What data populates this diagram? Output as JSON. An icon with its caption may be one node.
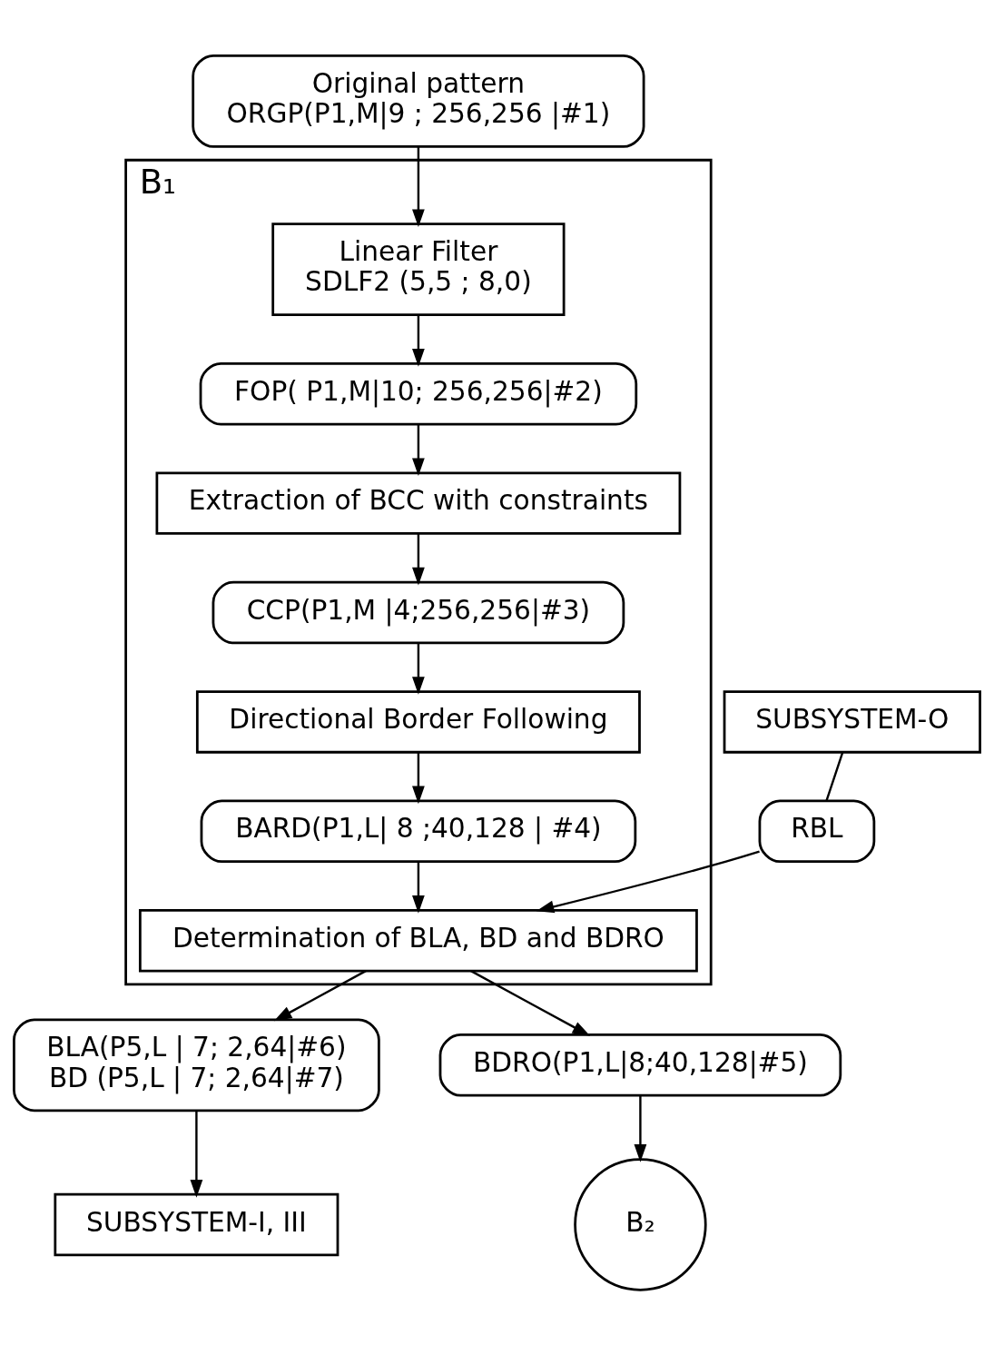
{
  "diagram": {
    "nodes": [
      {
        "text": [
          "Original pattern",
          "ORGP(P1,M|9 ; 256,256 |#1)"
        ]
      },
      {
        "text": [
          "B₁"
        ]
      },
      {
        "text": [
          "Linear Filter",
          "SDLF2 (5,5 ; 8,0)"
        ],
        "in": 1
      },
      {
        "text": [
          "FOP( P1,M|10; 256,256|#2)"
        ],
        "in": 1
      },
      {
        "text": [
          "Extraction of BCC with constraints"
        ],
        "in": 1
      },
      {
        "text": [
          "CCP(P1,M |4;256,256|#3)"
        ],
        "in": 1
      },
      {
        "text": [
          "Directional Border Following"
        ],
        "in": 1
      },
      {
        "text": [
          "BARD(P1,L| 8 ;40,128 | #4)"
        ],
        "in": 1
      },
      {
        "text": [
          "Determination of BLA, BD and BDRO"
        ],
        "in": 1
      },
      {
        "text": [
          "SUBSYSTEM-O"
        ]
      },
      {
        "text": [
          "RBL"
        ]
      },
      {
        "text": [
          "BLA(P5,L | 7; 2,64|#6)",
          "BD (P5,L | 7; 2,64|#7)"
        ]
      },
      {
        "text": [
          "BDRO(P1,L|8;40,128|#5)"
        ]
      },
      {
        "text": [
          "SUBSYSTEM-I, III"
        ]
      },
      {
        "text": [
          "B₂"
        ]
      }
    ],
    "edges": [
      {
        "from": 0,
        "to": 2,
        "arrow": "to"
      },
      {
        "from": 2,
        "to": 3,
        "arrow": "to"
      },
      {
        "from": 3,
        "to": 4,
        "arrow": "to"
      },
      {
        "from": 4,
        "to": 5,
        "arrow": "to"
      },
      {
        "from": 5,
        "to": 6,
        "arrow": "to"
      },
      {
        "from": 6,
        "to": 7,
        "arrow": "to"
      },
      {
        "from": 7,
        "to": 8,
        "arrow": "to"
      },
      {
        "from": 9,
        "to": 10,
        "arrow": "none"
      },
      {
        "from": 10,
        "to": 8,
        "arrow": "to"
      },
      {
        "from": 8,
        "to": 11,
        "arrow": "to"
      },
      {
        "from": 8,
        "to": 12,
        "arrow": "to"
      },
      {
        "from": 11,
        "to": 13,
        "arrow": "to"
      },
      {
        "from": 12,
        "to": 14,
        "arrow": "to"
      }
    ]
  }
}
